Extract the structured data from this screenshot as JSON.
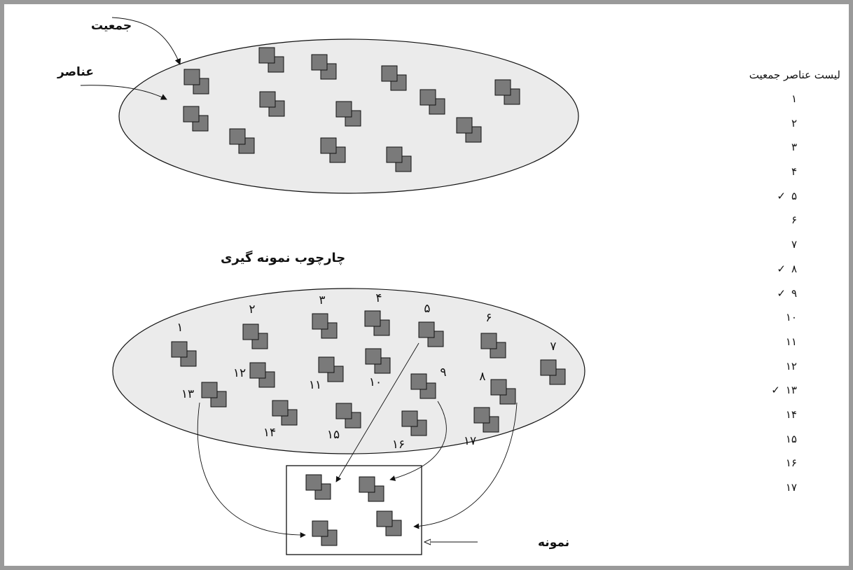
{
  "labels": {
    "population": "جمعیت",
    "elements": "عناصر",
    "sampling_frame": "چارچوب نمونه گیری",
    "sample": "نمونه"
  },
  "population_list": {
    "title": "لیست عناصر جمعیت",
    "items": [
      {
        "number": "۱",
        "selected": false
      },
      {
        "number": "۲",
        "selected": false
      },
      {
        "number": "۳",
        "selected": false
      },
      {
        "number": "۴",
        "selected": false
      },
      {
        "number": "۵",
        "selected": true
      },
      {
        "number": "۶",
        "selected": false
      },
      {
        "number": "۷",
        "selected": false
      },
      {
        "number": "۸",
        "selected": true
      },
      {
        "number": "۹",
        "selected": true
      },
      {
        "number": "۱۰",
        "selected": false
      },
      {
        "number": "۱۱",
        "selected": false
      },
      {
        "number": "۱۲",
        "selected": false
      },
      {
        "number": "۱۳",
        "selected": true
      },
      {
        "number": "۱۴",
        "selected": false
      },
      {
        "number": "۱۵",
        "selected": false
      },
      {
        "number": "۱۶",
        "selected": false
      },
      {
        "number": "۱۷",
        "selected": false
      }
    ],
    "check_mark": "✓"
  },
  "frame_element_labels": [
    "۱",
    "۲",
    "۳",
    "۴",
    "۵",
    "۶",
    "۷",
    "۸",
    "۹",
    "۱۰",
    "۱۱",
    "۱۲",
    "۱۳",
    "۱۴",
    "۱۵",
    "۱۶",
    "۱۷"
  ],
  "colors": {
    "ellipse_fill": "#ebebeb",
    "square_fill": "#7a7a7a",
    "border": "#9a9a9a"
  }
}
